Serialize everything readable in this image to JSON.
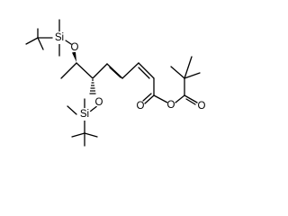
{
  "diagram": {
    "type": "chemical-structure",
    "atom_labels": {
      "si_top": "Si",
      "o_top": "O",
      "si_bottom": "Si",
      "o_bottom": "O",
      "o_carbonyl_left": "O",
      "o_anhydride": "O",
      "o_carbonyl_right": "O"
    },
    "stereo": {
      "c6_to_o": "wedge",
      "c5_to_o": "hash"
    },
    "colors": {
      "ink": "#000000",
      "background": "#ffffff"
    }
  }
}
